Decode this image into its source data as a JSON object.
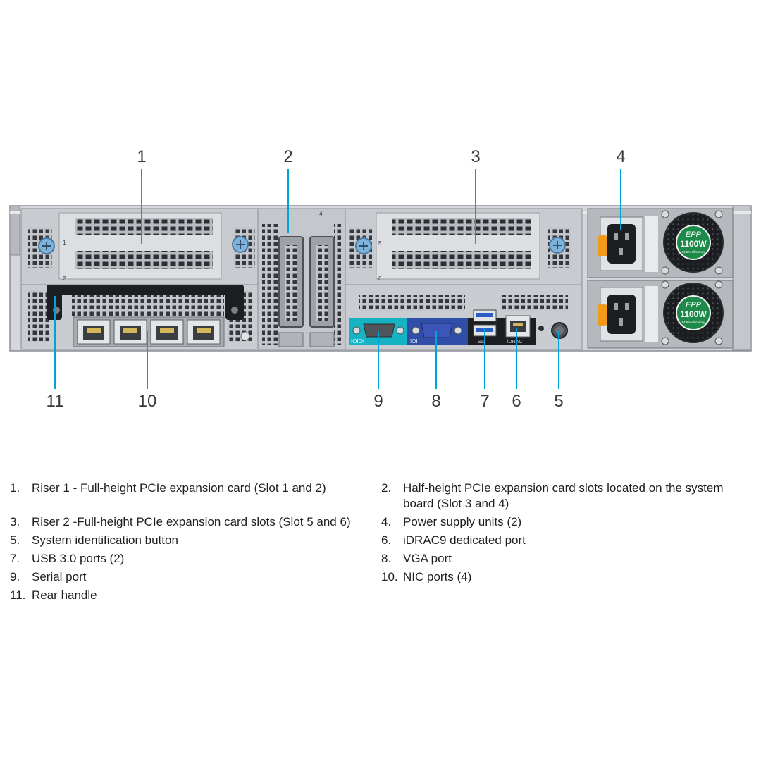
{
  "colors": {
    "callout_line": "#00a3d9",
    "chassis": "#c9ccd0",
    "chassis_dark": "#4a4d52",
    "serial_label_bg": "#16b3c4",
    "vga_label_bg": "#2f4ea8",
    "psu_badge": "#1e8a4a",
    "psu_latch": "#f29a1a"
  },
  "psu": {
    "badge_brand": "EPP",
    "badge_watt": "1100W",
    "badge_eff": "94.5% efficiency"
  },
  "port_labels": {
    "serial": "IOIOI",
    "vga": "IOI",
    "usb": "SS",
    "idrac": "iDRAC"
  },
  "slot_marks": [
    "1",
    "2",
    "4",
    "5",
    "6"
  ],
  "callouts": [
    {
      "num": "1"
    },
    {
      "num": "2"
    },
    {
      "num": "3"
    },
    {
      "num": "4"
    },
    {
      "num": "5"
    },
    {
      "num": "6"
    },
    {
      "num": "7"
    },
    {
      "num": "8"
    },
    {
      "num": "9"
    },
    {
      "num": "10"
    },
    {
      "num": "11"
    }
  ],
  "legend": [
    {
      "num": "1.",
      "text": "Riser 1 - Full-height PCIe expansion card (Slot 1 and 2)"
    },
    {
      "num": "2.",
      "text": "Half-height PCIe expansion card slots located on the system board (Slot 3 and 4)"
    },
    {
      "num": "3.",
      "text": "Riser 2 -Full-height PCIe expansion card slots (Slot 5 and 6)"
    },
    {
      "num": "4.",
      "text": "Power supply units (2)"
    },
    {
      "num": "5.",
      "text": "System identification button"
    },
    {
      "num": "6.",
      "text": "iDRAC9 dedicated port"
    },
    {
      "num": "7.",
      "text": "USB 3.0 ports (2)"
    },
    {
      "num": "8.",
      "text": "VGA port"
    },
    {
      "num": "9.",
      "text": "Serial port"
    },
    {
      "num": "10.",
      "text": "NIC ports (4)"
    },
    {
      "num": "11.",
      "text": "Rear handle"
    }
  ]
}
